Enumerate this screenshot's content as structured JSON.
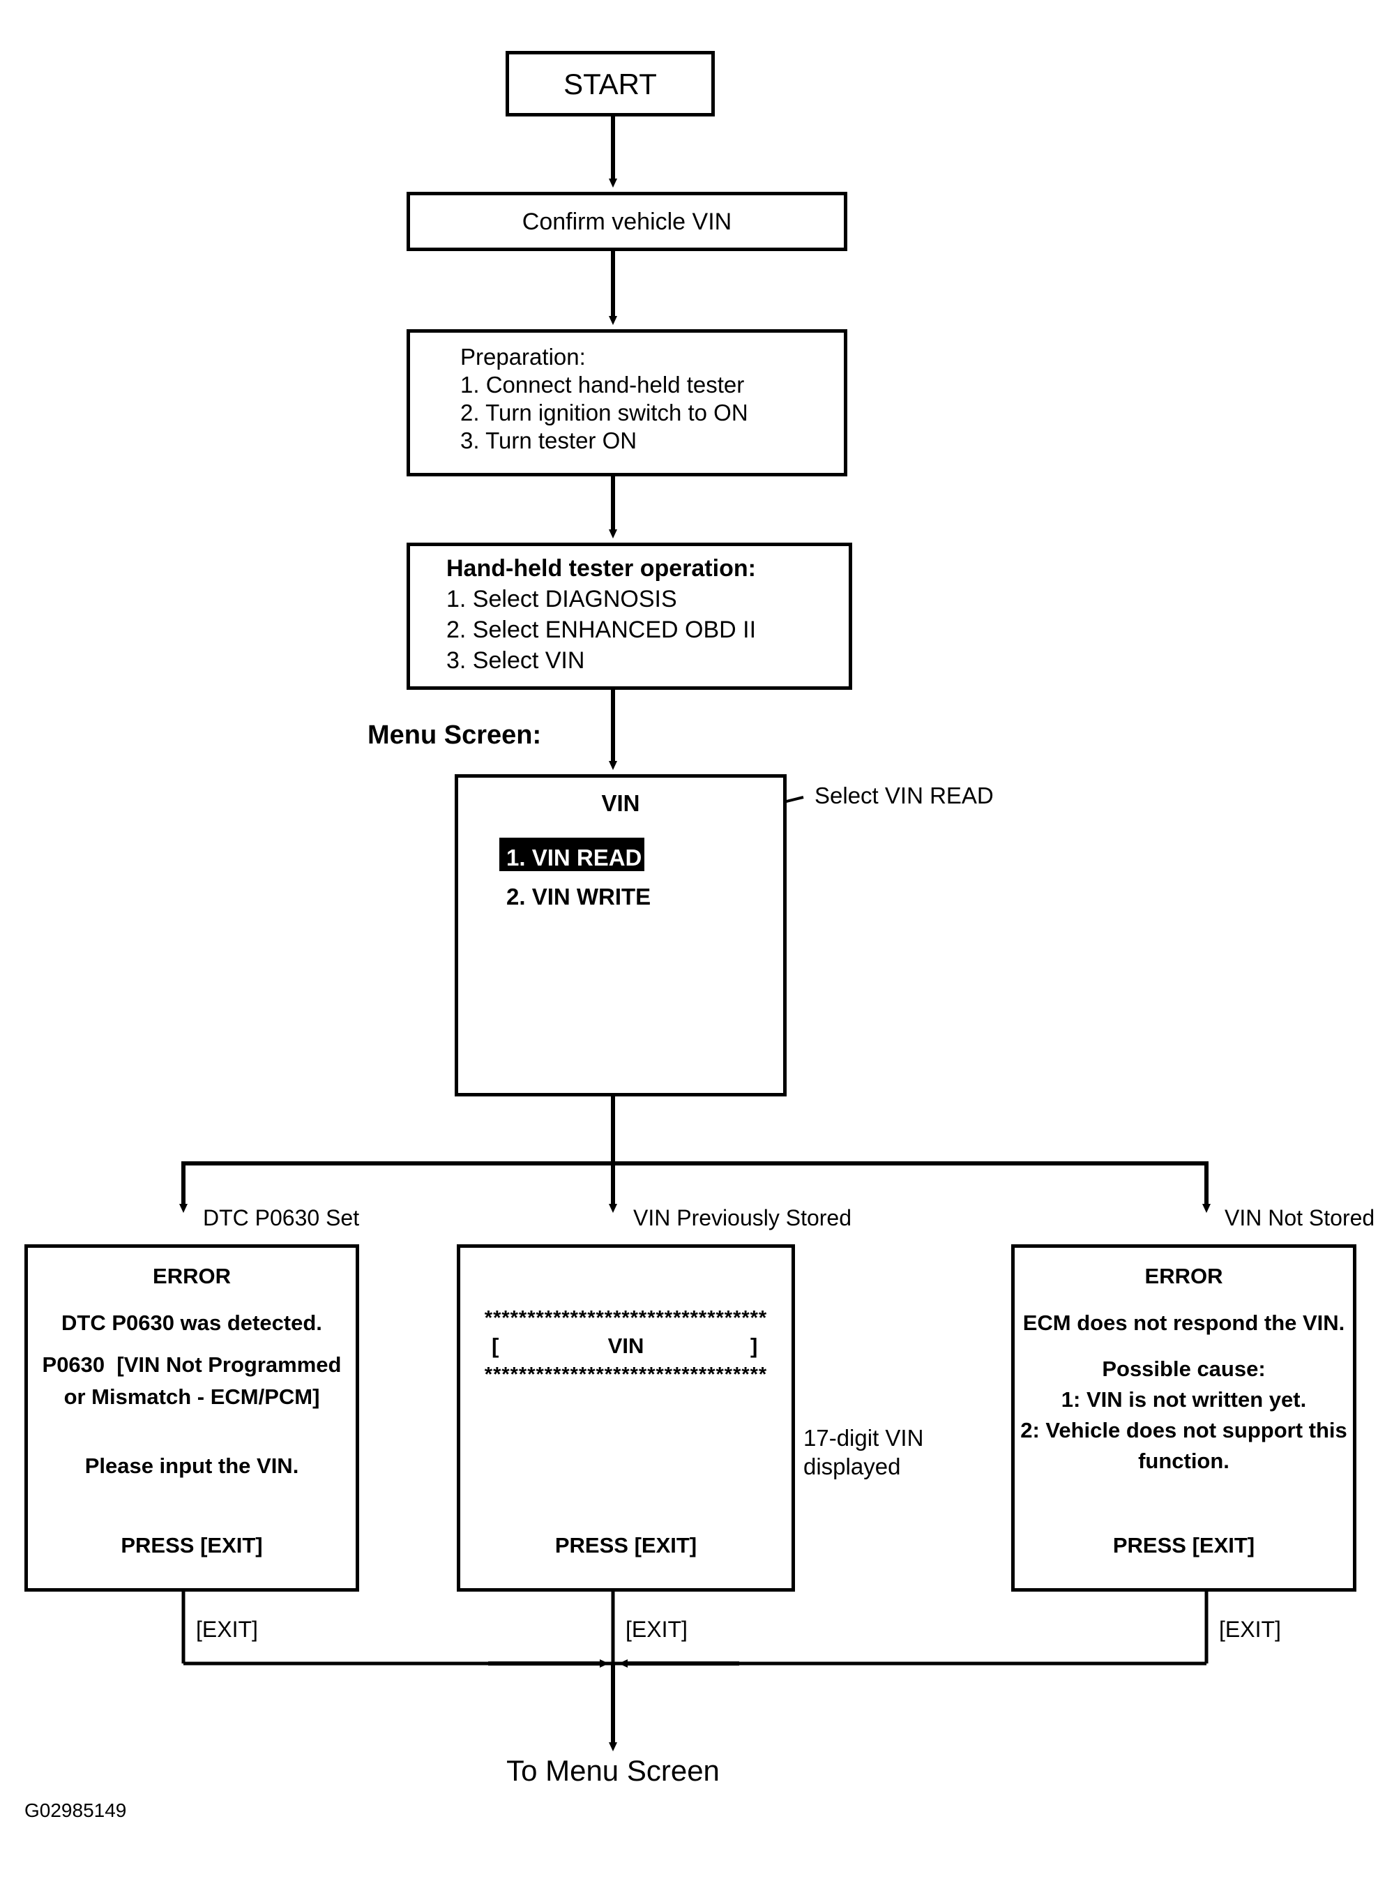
{
  "diagram": {
    "figure_id": "G02985149",
    "terminator_start": "START",
    "nodes": {
      "confirm_vin": "Confirm vehicle VIN",
      "preparation": {
        "heading": "Preparation:",
        "steps": [
          "1. Connect hand-held tester",
          "2. Turn ignition switch to ON",
          "3. Turn tester ON"
        ]
      },
      "tester_operation": {
        "heading": "Hand-held tester operation:",
        "steps": [
          "1. Select DIAGNOSIS",
          "2. Select ENHANCED OBD II",
          "3. Select VIN"
        ]
      }
    },
    "menu_screen": {
      "caption": "Menu Screen:",
      "title": "VIN",
      "items": [
        {
          "label": "1. VIN READ",
          "selected": true
        },
        {
          "label": "2. VIN WRITE",
          "selected": false
        }
      ],
      "callout": "Select VIN READ"
    },
    "branch_labels": {
      "left": "DTC P0630 Set",
      "middle": "VIN Previously Stored",
      "right": "VIN Not Stored"
    },
    "screens": {
      "dtc_error": {
        "title": "ERROR",
        "lines": [
          "DTC P0630 was detected.",
          "P0630  [VIN Not Programmed",
          "or Mismatch - ECM/PCM]",
          "Please input the VIN."
        ],
        "footer": "PRESS [EXIT]"
      },
      "vin_stored": {
        "rule_top": "*********************************",
        "bracket_open": "[",
        "vin_label": "VIN",
        "bracket_close": "]",
        "rule_bottom": "*********************************",
        "footer": "PRESS [EXIT]",
        "callout_line1": "17-digit VIN",
        "callout_line2": "displayed"
      },
      "no_vin_error": {
        "title": "ERROR",
        "lines": [
          "ECM does not respond the VIN.",
          "Possible cause:",
          "1: VIN is not written yet.",
          "2: Vehicle does not support this",
          "function."
        ],
        "footer": "PRESS [EXIT]"
      }
    },
    "exit_labels": {
      "left": "[EXIT]",
      "middle": "[EXIT]",
      "right": "[EXIT]"
    },
    "terminator_end": "To Menu Screen",
    "colors": {
      "line": "#000000",
      "background": "#ffffff",
      "highlight_bg": "#000000",
      "highlight_fg": "#ffffff"
    }
  }
}
